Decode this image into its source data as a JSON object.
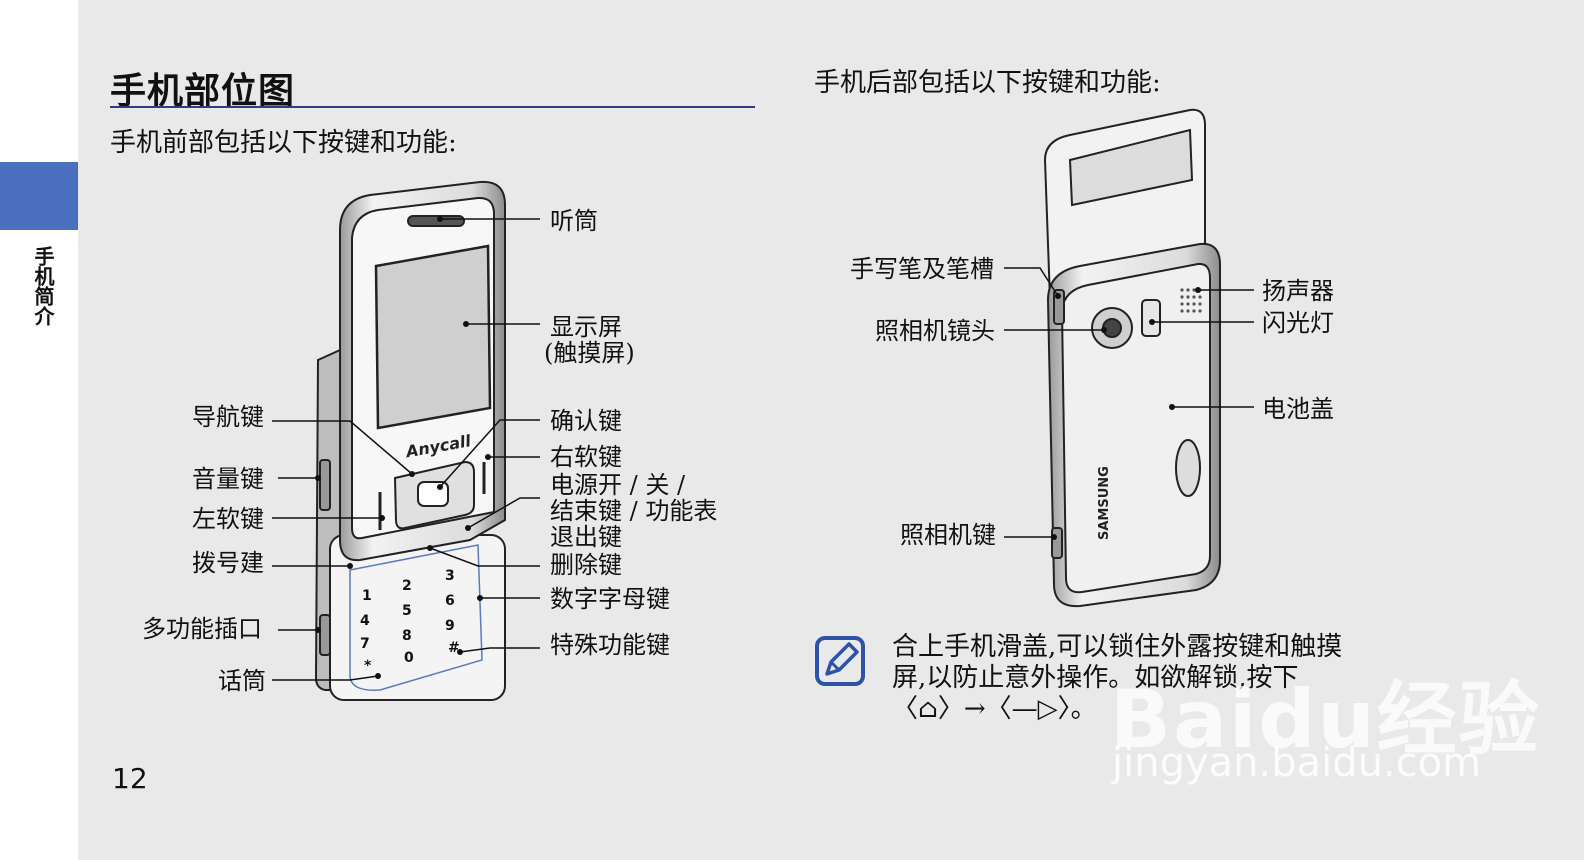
{
  "sidebar": {
    "section_label": "手机简介"
  },
  "page": {
    "title": "手机部位图",
    "front_intro": "手机前部包括以下按键和功能:",
    "back_intro": "手机后部包括以下按键和功能:",
    "page_number": "12"
  },
  "front_labels": {
    "earpiece": "听筒",
    "display_l1": "显示屏",
    "display_l2": "(触摸屏)",
    "navigation": "导航键",
    "confirm": "确认键",
    "right_soft": "右软键",
    "volume": "音量键",
    "power_l1": "电源开 / 关 /",
    "power_l2": "结束键 / 功能表",
    "power_l3": "退出键",
    "left_soft": "左软键",
    "dial": "拨号建",
    "delete": "删除键",
    "alnum": "数字字母键",
    "multi_jack": "多功能插口",
    "special": "特殊功能键",
    "mic": "话筒"
  },
  "back_labels": {
    "stylus": "手写笔及笔槽",
    "speaker": "扬声器",
    "camera_lens": "照相机镜头",
    "flash": "闪光灯",
    "battery_cover": "电池盖",
    "camera_key": "照相机键"
  },
  "phone_text": {
    "brand_front": "Anycall",
    "brand_back": "SAMSUNG"
  },
  "note": {
    "line1": "合上手机滑盖,可以锁住外露按键和触摸",
    "line2": "屏,以防止意外操作。如欲解锁,按下",
    "line3": "〈⌂〉→〈—▷〉。"
  },
  "watermark": {
    "main": "Baidu经验",
    "sub": "jingyan.baidu.com"
  },
  "colors": {
    "accent": "#4a6fbf",
    "rule": "#2c3e80",
    "page_bg": "#e9e9e9"
  }
}
